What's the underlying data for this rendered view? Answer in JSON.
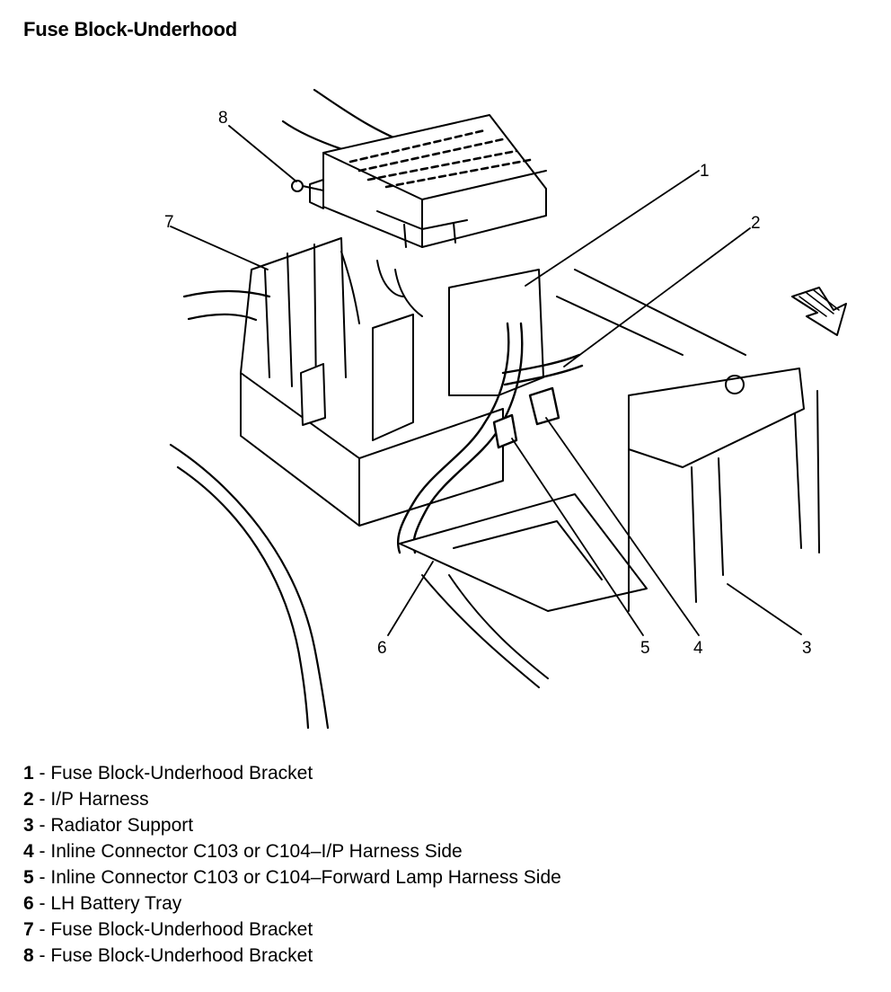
{
  "title": "Fuse Block-Underhood",
  "callouts": [
    "1",
    "2",
    "3",
    "4",
    "5",
    "6",
    "7",
    "8"
  ],
  "legend": [
    {
      "num": "1",
      "sep": " - ",
      "text": "Fuse Block-Underhood Bracket"
    },
    {
      "num": "2",
      "sep": " - ",
      "text": "I/P Harness"
    },
    {
      "num": "3",
      "sep": " - ",
      "text": "Radiator Support"
    },
    {
      "num": "4",
      "sep": " - ",
      "text": "Inline Connector C103 or C104–I/P Harness Side"
    },
    {
      "num": "5",
      "sep": " - ",
      "text": "Inline Connector C103 or C104–Forward Lamp Harness Side"
    },
    {
      "num": "6",
      "sep": " - ",
      "text": "LH Battery Tray"
    },
    {
      "num": "7",
      "sep": " - ",
      "text": "Fuse Block-Underhood Bracket"
    },
    {
      "num": "8",
      "sep": " - ",
      "text": "Fuse Block-Underhood Bracket"
    }
  ]
}
